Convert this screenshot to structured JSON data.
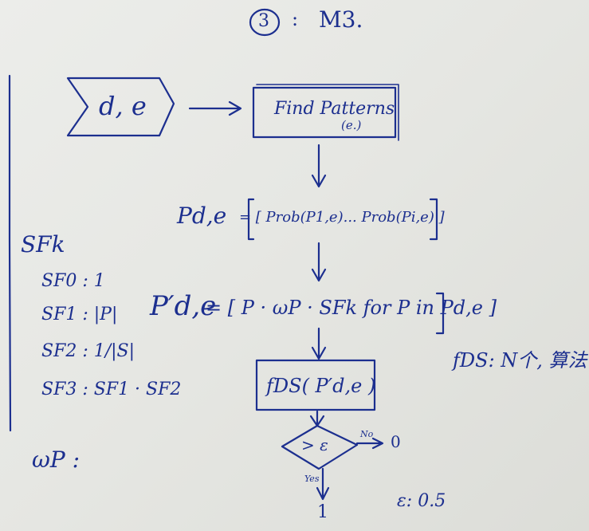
{
  "header": {
    "number": "3",
    "sep": ":",
    "title": "M3."
  },
  "input_node": {
    "label": "d, e"
  },
  "process_node": {
    "label": "Find Patterns",
    "sublabel": "(e.)"
  },
  "prob_vector": {
    "lhs": "Pd,e",
    "rhs": "= [ Prob(P1,e)... Prob(Pi,e) ]"
  },
  "weighted_vector": {
    "lhs": "P′d,e",
    "rhs": "= [ P · ωP · SFk for P in Pd,e ]"
  },
  "fds_node": {
    "label": "fDS( P′d,e )"
  },
  "fds_note": {
    "label": "fDS: N个, 算法"
  },
  "decision": {
    "label": "> ε",
    "no_label": "No",
    "no_result": "0",
    "yes_label": "Yes",
    "yes_result": "1"
  },
  "epsilon_note": {
    "label": "ε: 0.5"
  },
  "sf_list": {
    "title": "SFk",
    "items": [
      "SF0 : 1",
      "SF1 : |P|",
      "SF2 : 1/|S|",
      "SF3 : SF1 · SF2"
    ]
  },
  "weight_note": {
    "label": "ωP :"
  }
}
